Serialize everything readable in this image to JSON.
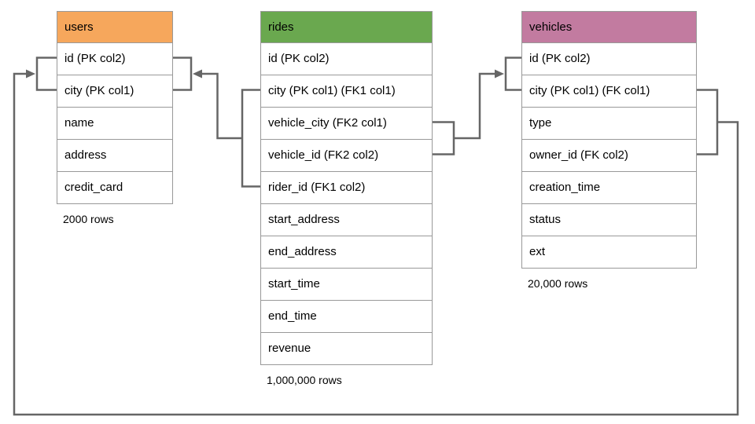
{
  "diagram": {
    "kind": "database-schema",
    "line_color": "#666666",
    "border_color": "#999999",
    "tables": [
      {
        "name": "users",
        "header_color": "#f6a75c",
        "rows": [
          "id (PK col2)",
          "city (PK col1)",
          "name",
          "address",
          "credit_card"
        ],
        "row_count": "2000 rows"
      },
      {
        "name": "rides",
        "header_color": "#6aa84f",
        "rows": [
          "id (PK col2)",
          "city (PK col1) (FK1 col1)",
          "vehicle_city (FK2 col1)",
          "vehicle_id (FK2 col2)",
          "rider_id (FK1 col2)",
          "start_address",
          "end_address",
          "start_time",
          "end_time",
          "revenue"
        ],
        "row_count": "1,000,000 rows"
      },
      {
        "name": "vehicles",
        "header_color": "#c27ba0",
        "rows": [
          "id (PK col2)",
          "city (PK col1) (FK col1)",
          "type",
          "owner_id (FK col2)",
          "creation_time",
          "status",
          "ext"
        ],
        "row_count": "20,000 rows"
      }
    ],
    "relationships": [
      {
        "name": "rides-to-users",
        "from": "rides: city (FK1 col1) + rider_id (FK1 col2)",
        "to": "users: id (PK col2) + city (PK col1)"
      },
      {
        "name": "rides-to-vehicles",
        "from": "rides: vehicle_city (FK2 col1) + vehicle_id (FK2 col2)",
        "to": "vehicles: id (PK col2) + city (PK col1)"
      },
      {
        "name": "vehicles-to-users",
        "from": "vehicles: city (FK col1) + owner_id (FK col2)",
        "to": "users: id (PK col2) + city (PK col1)"
      }
    ]
  }
}
